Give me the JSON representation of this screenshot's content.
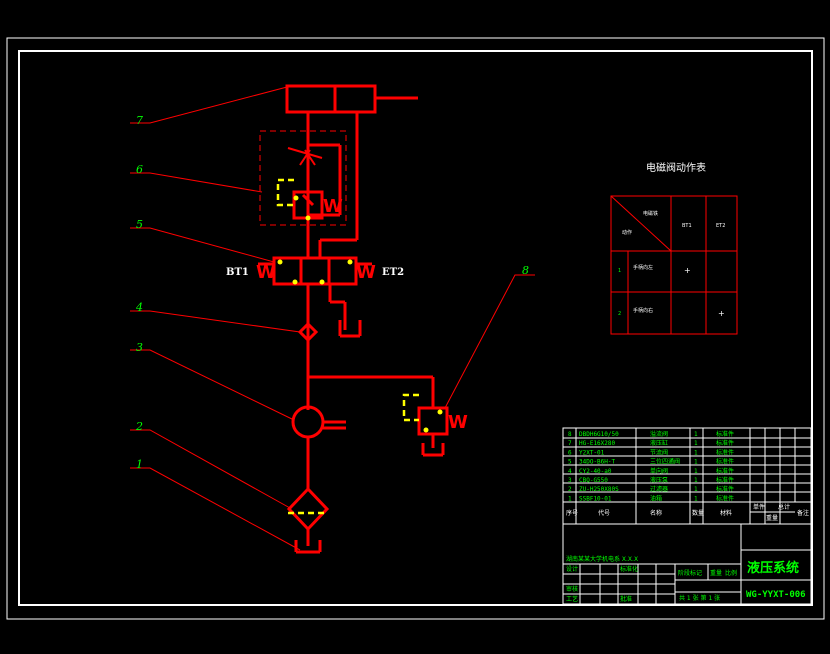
{
  "callouts": [
    "7",
    "6",
    "5",
    "4",
    "3",
    "2",
    "1",
    "8"
  ],
  "valve_labels": {
    "left": "BT1",
    "right": "ET2"
  },
  "spring_mark": "W",
  "action_table": {
    "title": "电磁阀动作表",
    "header_corner_top": "电磁铁",
    "header_corner_bottom": "动作",
    "col1": "BT1",
    "col2": "ET2",
    "rows": [
      {
        "num": "1",
        "desc": "手柄向左",
        "c1": "+",
        "c2": ""
      },
      {
        "num": "2",
        "desc": "手柄向右",
        "c1": "",
        "c2": "+"
      }
    ]
  },
  "bom": {
    "rows": [
      {
        "no": "8",
        "code": "DBDH6G10/50",
        "name": "溢流阀",
        "qty": "1",
        "note": "标准件"
      },
      {
        "no": "7",
        "code": "HG-E16X280",
        "name": "液压缸",
        "qty": "1",
        "note": "标准件"
      },
      {
        "no": "6",
        "code": "Y2XT-01",
        "name": "节流阀",
        "qty": "1",
        "note": "标准件"
      },
      {
        "no": "5",
        "code": "34DO-B6H-T",
        "name": "三位四通阀",
        "qty": "1",
        "note": "标准件"
      },
      {
        "no": "4",
        "code": "CY2-40-a0",
        "name": "单向阀",
        "qty": "1",
        "note": "标准件"
      },
      {
        "no": "3",
        "code": "CBQ-G550",
        "name": "液压泵",
        "qty": "1",
        "note": "标准件"
      },
      {
        "no": "2",
        "code": "ZU-H250X80S",
        "name": "过滤器",
        "qty": "1",
        "note": "标准件"
      },
      {
        "no": "1",
        "code": "SSBF10-01",
        "name": "油箱",
        "qty": "1",
        "note": "标准件"
      }
    ],
    "header": {
      "no": "序号",
      "code": "代号",
      "name": "名称",
      "qty": "数量",
      "mat": "材料",
      "unit_w": "单件",
      "tot_w": "总计",
      "weight": "重量",
      "note": "备注"
    }
  },
  "title_block": {
    "school": "湖南某某大学机电系 X.X.X",
    "design": "设计",
    "review": "审核",
    "process": "工艺",
    "approve": "批准",
    "std": "标准化",
    "stage": "阶段标记",
    "weight": "重量",
    "scale": "比例",
    "title": "液压系统",
    "sheets": "共 1 张   第 1 张",
    "drawing_no": "WG-YYXT-006"
  },
  "colors": {
    "frame": "#ffffff",
    "hydraulic": "#ff0000",
    "leader": "#ff0000",
    "spring": "#ffff00",
    "callout": "#00ff00",
    "table_text": "#00ff00"
  }
}
